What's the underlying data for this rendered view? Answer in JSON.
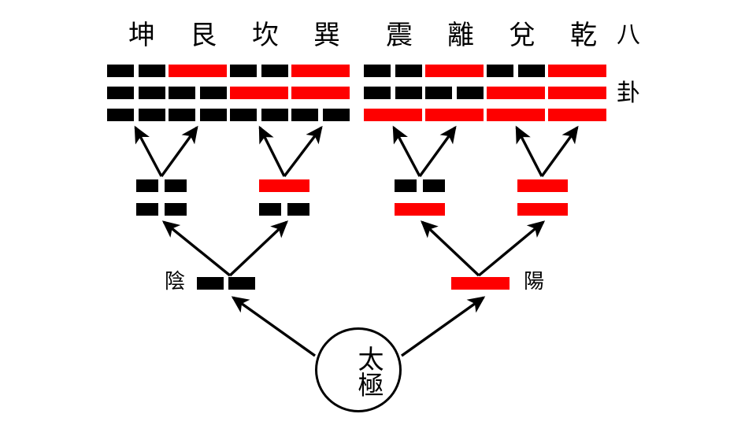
{
  "diagram": {
    "title_chars": [
      "八",
      "卦"
    ],
    "root": {
      "label": "太極"
    },
    "polarity": [
      {
        "name": "yin",
        "label": "陰",
        "type": "broken",
        "color": "#000000"
      },
      {
        "name": "yang",
        "label": "陽",
        "type": "solid",
        "color": "#fe0000"
      }
    ],
    "bigrams": [
      {
        "index": 0,
        "lines": [
          "broken-black",
          "broken-black"
        ]
      },
      {
        "index": 1,
        "lines": [
          "solid-red",
          "broken-black"
        ]
      },
      {
        "index": 2,
        "lines": [
          "broken-black",
          "solid-red"
        ]
      },
      {
        "index": 3,
        "lines": [
          "solid-red",
          "solid-red"
        ]
      }
    ],
    "trigrams": [
      {
        "name": "坤",
        "lines": [
          "broken-black",
          "broken-black",
          "broken-black"
        ]
      },
      {
        "name": "艮",
        "lines": [
          "solid-red",
          "broken-black",
          "broken-black"
        ]
      },
      {
        "name": "坎",
        "lines": [
          "broken-black",
          "solid-red",
          "broken-black"
        ]
      },
      {
        "name": "巽",
        "lines": [
          "solid-red",
          "solid-red",
          "broken-black"
        ]
      },
      {
        "name": "震",
        "lines": [
          "broken-black",
          "broken-black",
          "solid-red"
        ]
      },
      {
        "name": "離",
        "lines": [
          "solid-red",
          "broken-black",
          "solid-red"
        ]
      },
      {
        "name": "兌",
        "lines": [
          "broken-black",
          "solid-red",
          "solid-red"
        ]
      },
      {
        "name": "乾",
        "lines": [
          "solid-red",
          "solid-red",
          "solid-red"
        ]
      }
    ],
    "colors": {
      "yang_red": "#fe0000",
      "yin_black": "#000000",
      "background": "#ffffff",
      "arrow": "#000000"
    }
  }
}
